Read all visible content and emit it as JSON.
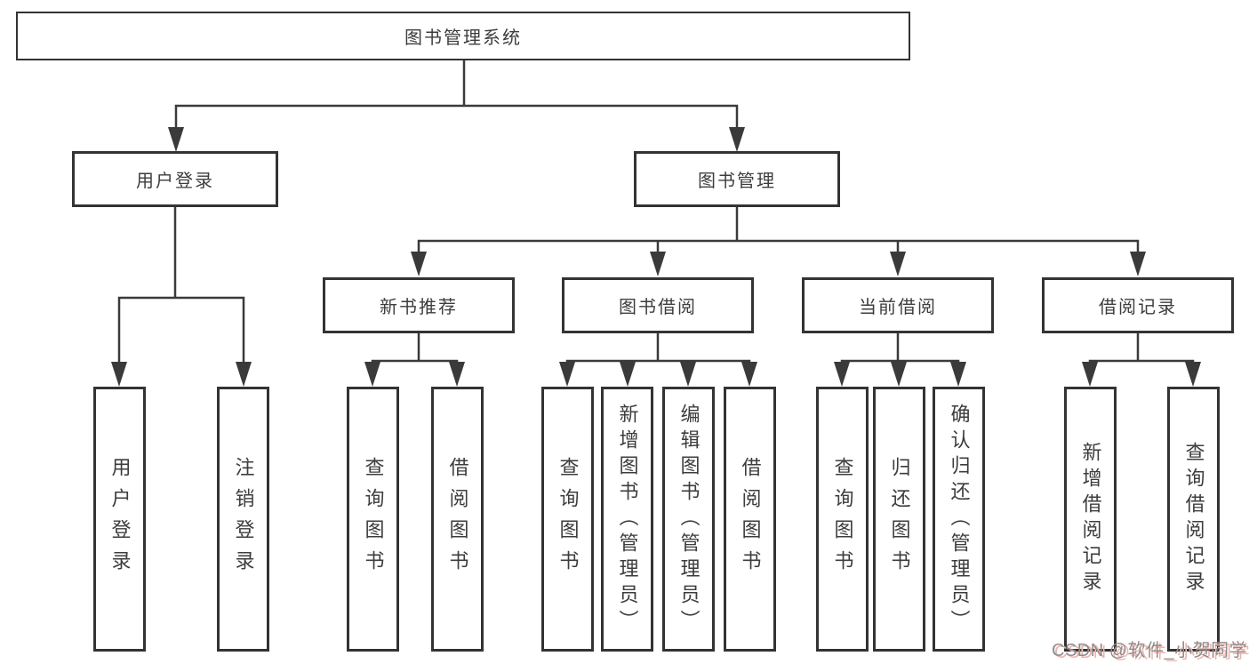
{
  "diagram": {
    "root": {
      "label": "图书管理系统"
    },
    "level2": [
      {
        "id": "user-login",
        "label": "用户登录"
      },
      {
        "id": "book-management",
        "label": "图书管理"
      }
    ],
    "level3": [
      {
        "id": "new-book-recommend",
        "label": "新书推荐"
      },
      {
        "id": "book-borrow",
        "label": "图书借阅"
      },
      {
        "id": "current-borrow",
        "label": "当前借阅"
      },
      {
        "id": "borrow-records",
        "label": "借阅记录"
      }
    ],
    "leaves": {
      "user_login": [
        "用户登录",
        "注销登录"
      ],
      "new_book_recommend": [
        "查询图书",
        "借阅图书"
      ],
      "book_borrow": [
        "查询图书",
        "新增图书（管理员）",
        "编辑图书（管理员）",
        "借阅图书"
      ],
      "current_borrow": [
        "查询图书",
        "归还图书",
        "确认归还（管理员）"
      ],
      "borrow_records": [
        "新增借阅记录",
        "查询借阅记录"
      ]
    }
  },
  "watermark": {
    "text": "CSDN @软件_小贺同学"
  },
  "colors": {
    "line": "#3a3a3a",
    "box_border": "#333333",
    "text": "#3d3d3d",
    "background": "#ffffff",
    "watermark_text": "#8d8d8d",
    "watermark_shadow": "#f2b1aa"
  }
}
